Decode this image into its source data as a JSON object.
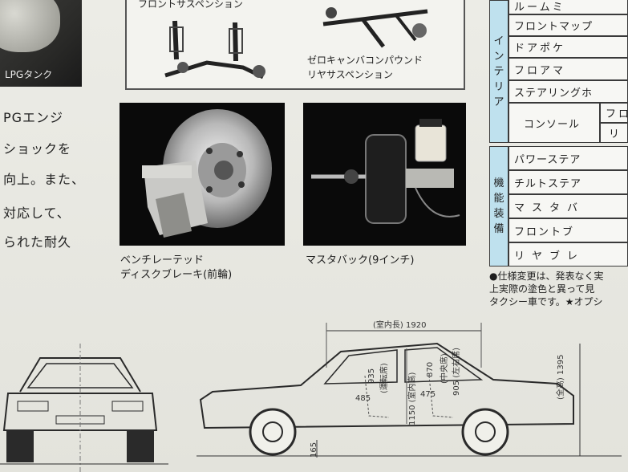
{
  "left_photo_label": "LPGタンク",
  "body_lines": [
    "PGエンジ",
    "ショックを",
    "向上。また、",
    "対応して、",
    "られた耐久"
  ],
  "suspension": {
    "front_caption": "フロントサスペンション",
    "rear_caption_line1": "ゼロキャンバコンパウンド",
    "rear_caption_line2": "リヤサスペンション"
  },
  "brake_caption_line1": "ベンチレーテッド",
  "brake_caption_line2": "ディスクブレーキ(前輪)",
  "master_caption": "マスタバック(9インチ)",
  "spec_table": {
    "interior_header": [
      "イ",
      "ン",
      "テ",
      "リ",
      "ア"
    ],
    "interior_rows": [
      "ルームミ",
      "フロントマップ",
      "ドアポケ",
      "フロアマ",
      "ステアリングホ"
    ],
    "console_label": "コンソール",
    "console_sub": [
      "フロ",
      "リ"
    ],
    "function_header": [
      "機",
      "能",
      "装",
      "備"
    ],
    "function_rows": [
      "パワーステア",
      "チルトステア",
      "マスタバ",
      "フロントブ",
      "リヤブレ"
    ]
  },
  "notes": [
    "●仕様変更は、発表なく実",
    "上実際の塗色と異って見",
    "タクシー車です。★オプシ"
  ],
  "diagram": {
    "interior_length": "(室内長) 1920",
    "overall_height": "(全高) 1395",
    "dim_935": "935",
    "dim_935_label": "(運転席)",
    "dim_485": "485",
    "dim_1150": "1150 (室内高)",
    "dim_870": "870",
    "dim_870_label": "(中央席)",
    "dim_475": "475",
    "dim_905": "905 (左右席)",
    "dim_165": "165"
  }
}
